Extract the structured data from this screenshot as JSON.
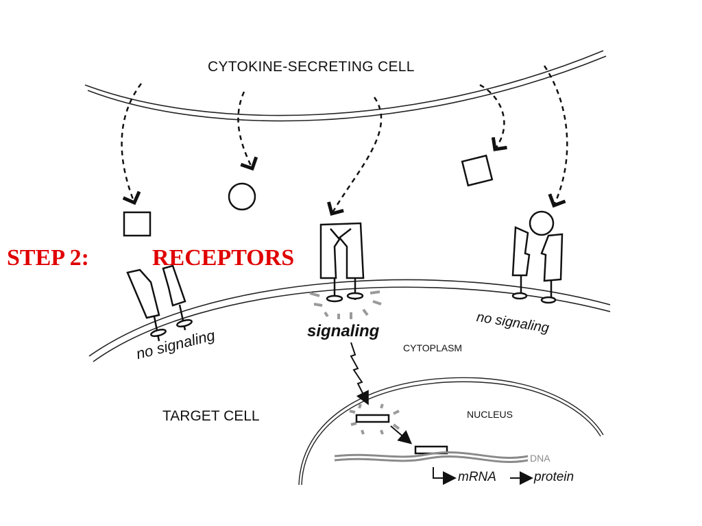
{
  "diagram": {
    "title": "CYTOKINE-SECRETING CELL",
    "step_label": "STEP 2:",
    "receptors_label": "RECEPTORS",
    "no_signaling_left": "no signaling",
    "signaling": "signaling",
    "no_signaling_right": "no signaling",
    "cytoplasm": "CYTOPLASM",
    "target_cell": "TARGET CELL",
    "nucleus": "NUCLEUS",
    "dna": "DNA",
    "mrna": "mRNA",
    "protein": "protein"
  },
  "colors": {
    "step_text": "#e00000",
    "dna": "#8a8a8a",
    "glow": "#9a9a9a",
    "line": "#111111"
  }
}
